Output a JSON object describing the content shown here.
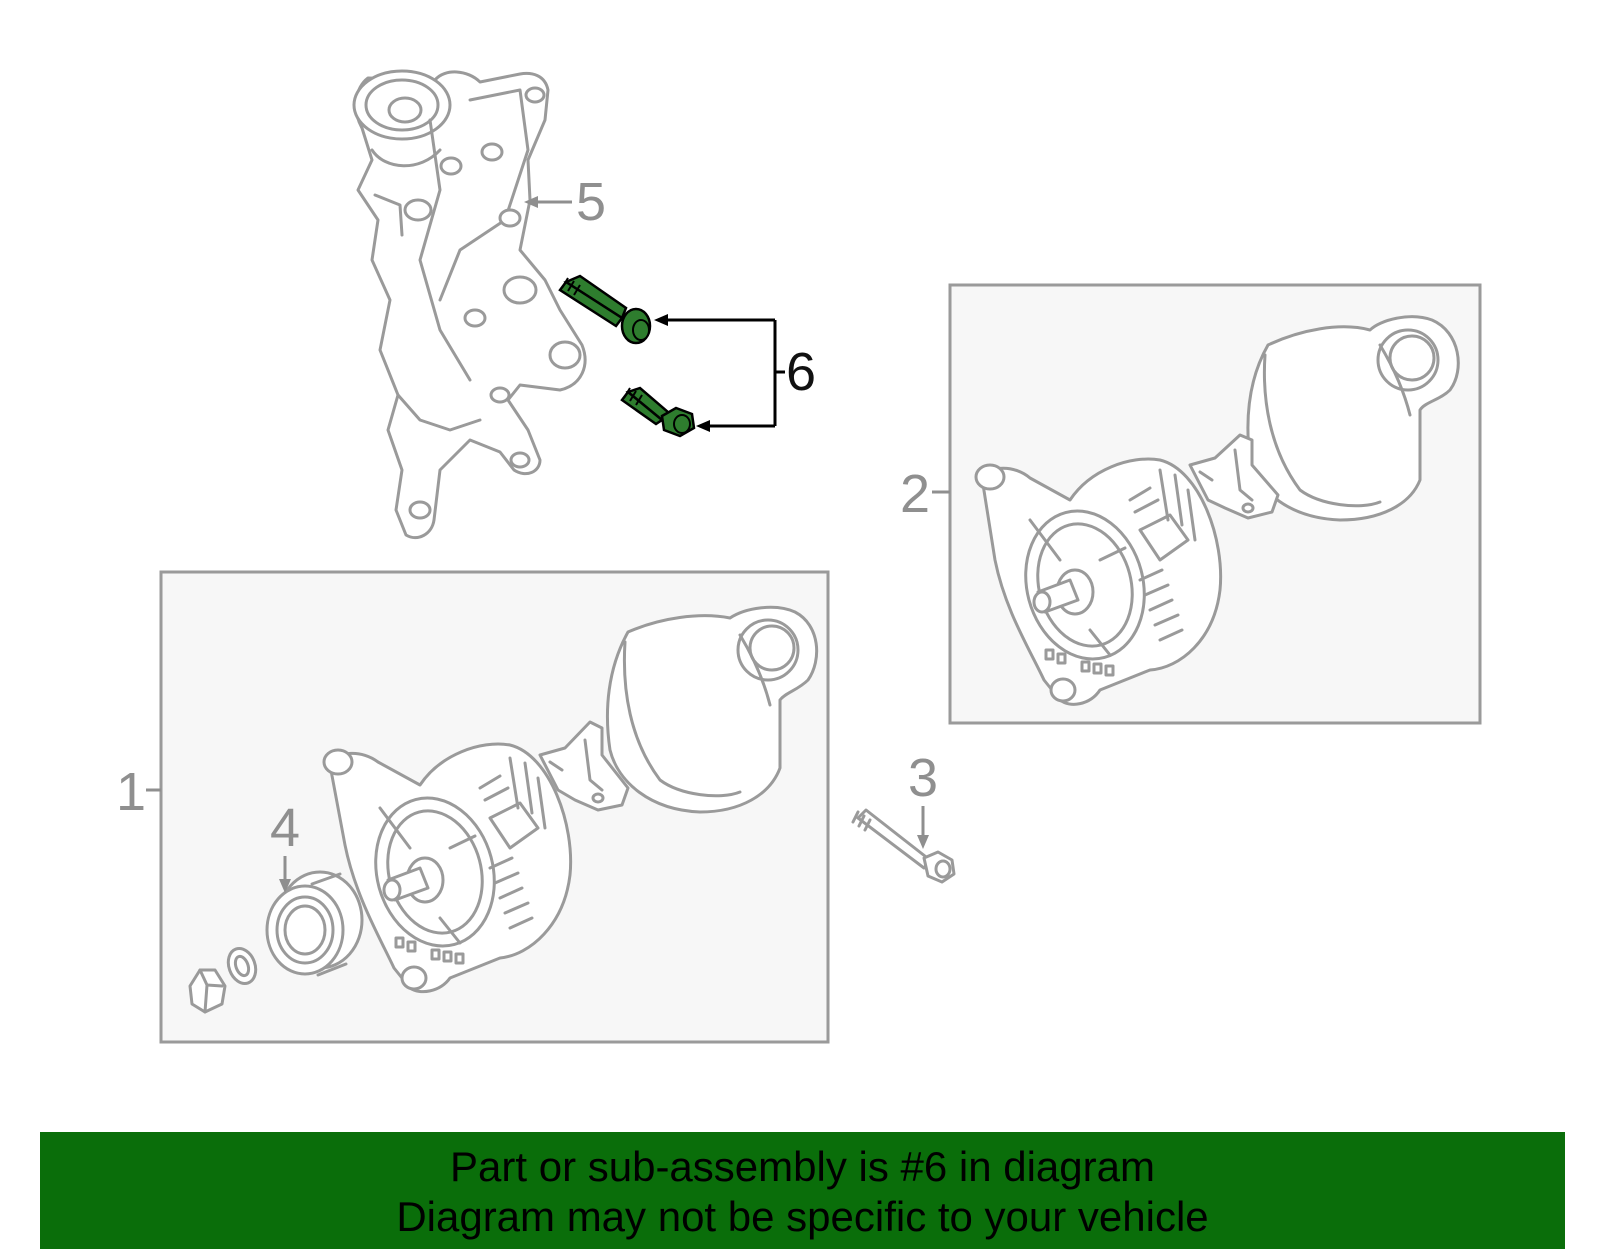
{
  "callouts": {
    "c1": "1",
    "c2": "2",
    "c3": "3",
    "c4": "4",
    "c5": "5",
    "c6": "6"
  },
  "colors": {
    "highlight_part": "#2e7d2e",
    "banner_background": "#0a6e0a",
    "part_outline": "#9a9a9a",
    "box_fill": "#f7f7f7"
  },
  "banner": {
    "line1": "Part or sub-assembly is #6 in diagram",
    "line2": "Diagram may not be specific to your vehicle"
  },
  "highlighted_callout": "6"
}
